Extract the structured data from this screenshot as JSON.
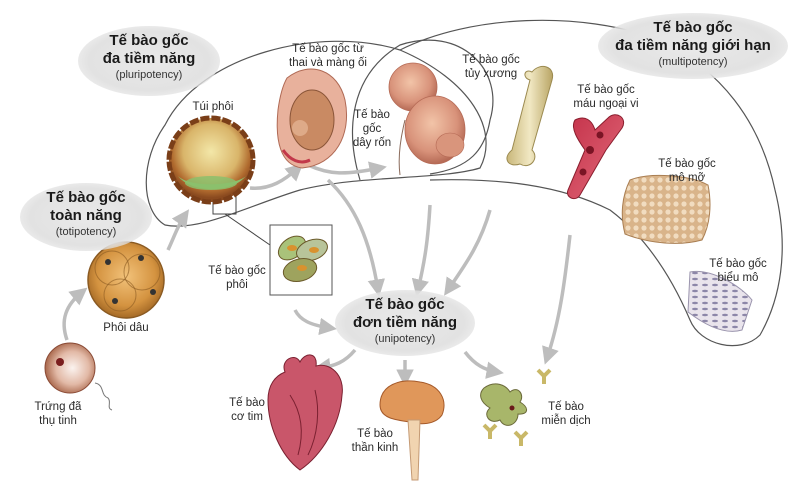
{
  "diagram": {
    "categories": {
      "totipotency": {
        "title_line1": "Tế bào gốc",
        "title_line2": "toàn năng",
        "subtitle": "(totipotency)"
      },
      "pluripotency": {
        "title_line1": "Tế bào gốc",
        "title_line2": "đa tiềm năng",
        "subtitle": "(pluripotency)"
      },
      "multipotency": {
        "title_line1": "Tế bào gốc",
        "title_line2": "đa tiềm năng giới hạn",
        "subtitle": "(multipotency)"
      },
      "unipotency": {
        "title_line1": "Tế bào gốc",
        "title_line2": "đơn tiềm năng",
        "subtitle": "(unipotency)"
      }
    },
    "nodes": {
      "fertilized_egg": {
        "line1": "Trứng đã",
        "line2": "thụ tinh"
      },
      "morula": {
        "line1": "Phôi dâu"
      },
      "blastocyst": {
        "line1": "Túi phôi"
      },
      "embryonic_stem": {
        "line1": "Tế bào gốc",
        "line2": "phôi"
      },
      "fetal_amniotic": {
        "line1": "Tế bào gốc từ",
        "line2": "thai và màng ối"
      },
      "umbilical_cord": {
        "line1": "Tế bào",
        "line2": "gốc",
        "line3": "dây rốn"
      },
      "bone_marrow": {
        "line1": "Tế bào gốc",
        "line2": "tủy xương"
      },
      "peripheral_blood": {
        "line1": "Tế bào gốc",
        "line2": "máu ngoại vi"
      },
      "adipose": {
        "line1": "Tế bào gốc",
        "line2": "mô mỡ"
      },
      "epithelial": {
        "line1": "Tế bào gốc",
        "line2": "biểu mô"
      },
      "cardiac": {
        "line1": "Tế bào",
        "line2": "cơ tim"
      },
      "neural": {
        "line1": "Tế bào",
        "line2": "thần kinh"
      },
      "immune": {
        "line1": "Tế bào",
        "line2": "miễn dịch"
      }
    },
    "colors": {
      "outline": "#555555",
      "arrow": "#bdbdbd",
      "bubble": "#e4e4e4"
    }
  }
}
